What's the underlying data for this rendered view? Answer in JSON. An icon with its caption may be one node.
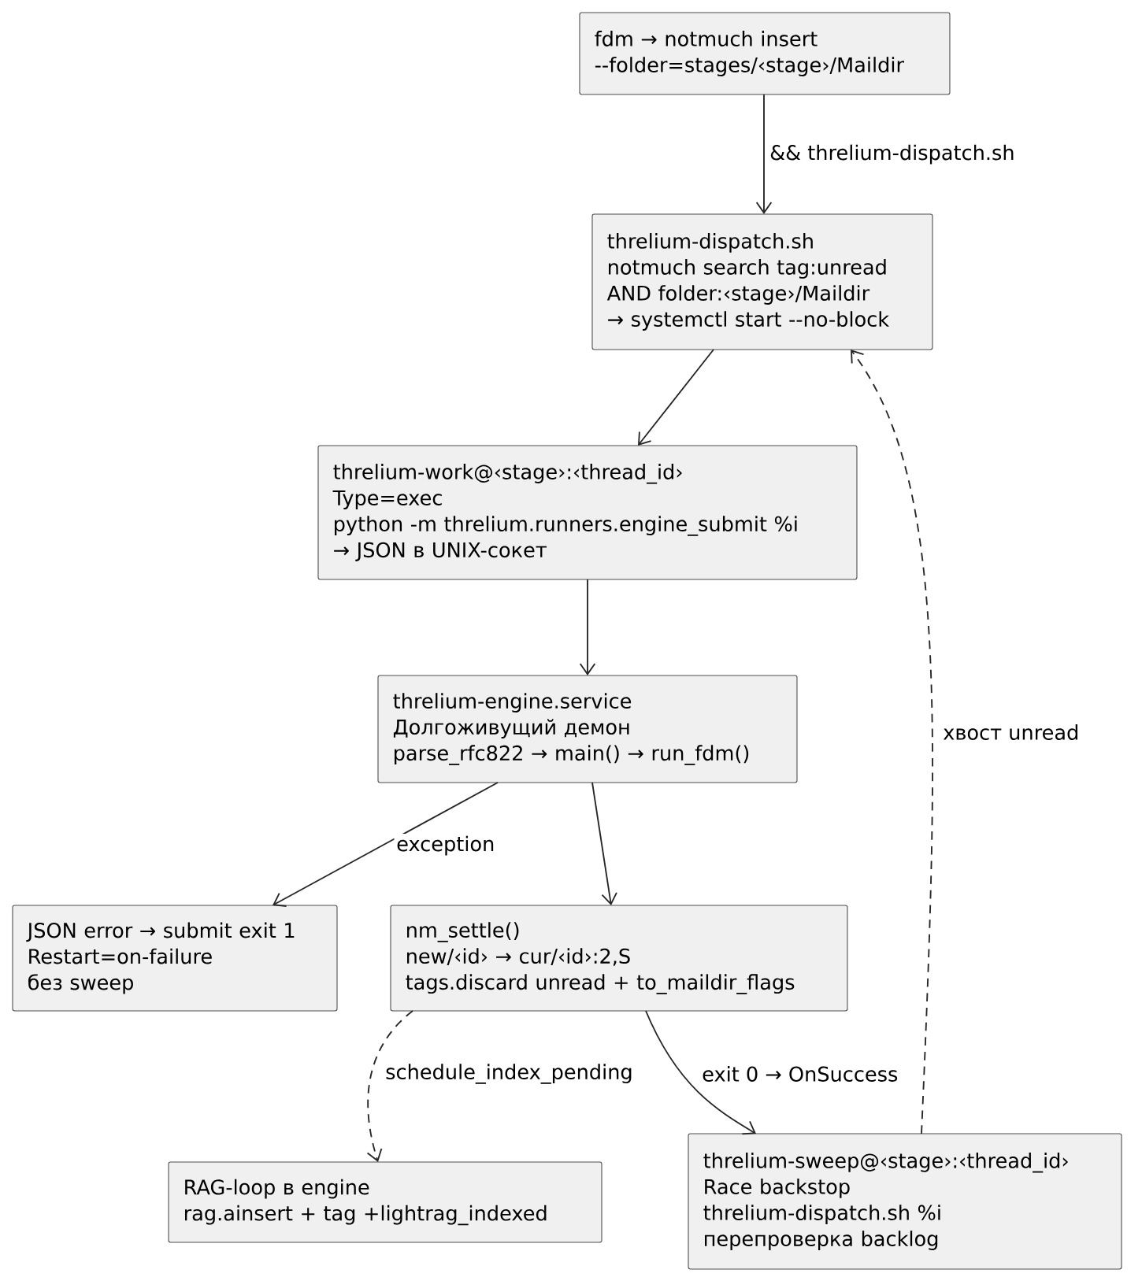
{
  "diagram": {
    "nodes": [
      {
        "text": [
          "fdm → notmuch insert",
          "--folder=stages/‹stage›/Maildir"
        ]
      },
      {
        "text": [
          "threlium-dispatch.sh",
          "notmuch search tag:unread",
          "AND folder:‹stage›/Maildir",
          "→ systemctl start --no-block"
        ]
      },
      {
        "text": [
          "threlium-work@‹stage›:‹thread_id›",
          "Type=exec",
          "python -m threlium.runners.engine_submit %i",
          "→ JSON в UNIX-сокет"
        ]
      },
      {
        "text": [
          "threlium-engine.service",
          "Долгоживущий демон",
          "parse_rfc822 → main() → run_fdm()"
        ]
      },
      {
        "text": [
          "JSON error → submit exit 1",
          "Restart=on-failure",
          "без sweep"
        ]
      },
      {
        "text": [
          "nm_settle()",
          "new/‹id› → cur/‹id›:2,S",
          "tags.discard unread + to_maildir_flags"
        ]
      },
      {
        "text": [
          "RAG-loop в engine",
          "rag.ainsert + tag +lightrag_indexed"
        ]
      },
      {
        "text": [
          "threlium-sweep@‹stage›:‹thread_id›",
          "Race backstop",
          "threlium-dispatch.sh %i",
          "перепроверка backlog"
        ]
      }
    ],
    "edges": [
      {
        "from": 0,
        "to": 1,
        "arrow": "to",
        "label": "&& threlium-dispatch.sh"
      },
      {
        "from": 1,
        "to": 2,
        "arrow": "to"
      },
      {
        "from": 2,
        "to": 3,
        "arrow": "to"
      },
      {
        "from": 3,
        "to": 4,
        "arrow": "to",
        "label": "exception"
      },
      {
        "from": 3,
        "to": 5,
        "arrow": "to"
      },
      {
        "from": 5,
        "to": 6,
        "arrow": "to",
        "style": "dashed",
        "label": "schedule_index_pending"
      },
      {
        "from": 5,
        "to": 7,
        "arrow": "to",
        "label": "exit 0 → OnSuccess"
      },
      {
        "from": 7,
        "to": 1,
        "arrow": "to",
        "style": "dashed",
        "label": "хвост unread"
      }
    ]
  }
}
